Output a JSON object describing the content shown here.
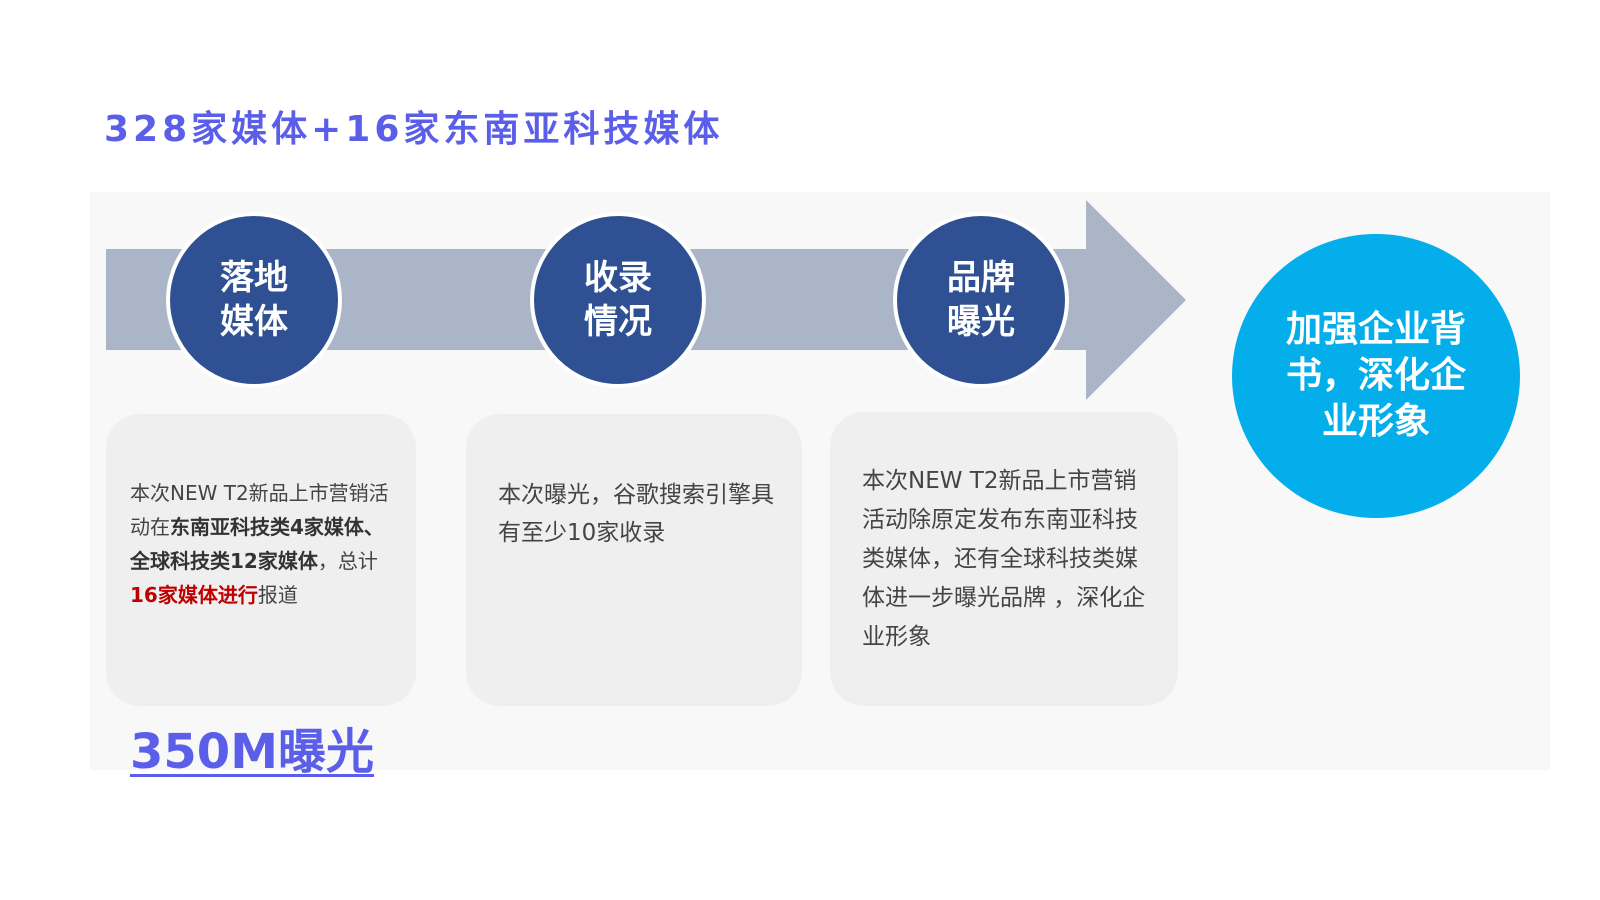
{
  "title": "328家媒体+16家东南亚科技媒体",
  "steps": [
    {
      "line1": "落地",
      "line2": "媒体"
    },
    {
      "line1": "收录",
      "line2": "情况"
    },
    {
      "line1": "品牌",
      "line2": "曝光"
    }
  ],
  "goal": "加强企业背书，深化企业形象",
  "cards": [
    {
      "seg1": "本次NEW T2新品上市营销活动在",
      "seg2_bold": "东南亚科技类4家媒体、全球科技类12家媒体",
      "seg3": "，总计",
      "seg4_red": "16家媒体进行",
      "seg5": "报道"
    },
    {
      "text": "本次曝光，谷歌搜索引擎具有至少10家收录"
    },
    {
      "text": "本次NEW T2新品上市营销活动除原定发布东南亚科技类媒体，还有全球科技类媒体进一步曝光品牌 ，深化企业形象"
    }
  ],
  "exposure": "350M曝光",
  "colors": {
    "accent": "#5a5ee8",
    "step_circle": "#2f5193",
    "arrow": "#aab5c8",
    "goal_circle": "#04aeea",
    "highlight_red": "#c00000",
    "card_bg": "#efefef"
  }
}
